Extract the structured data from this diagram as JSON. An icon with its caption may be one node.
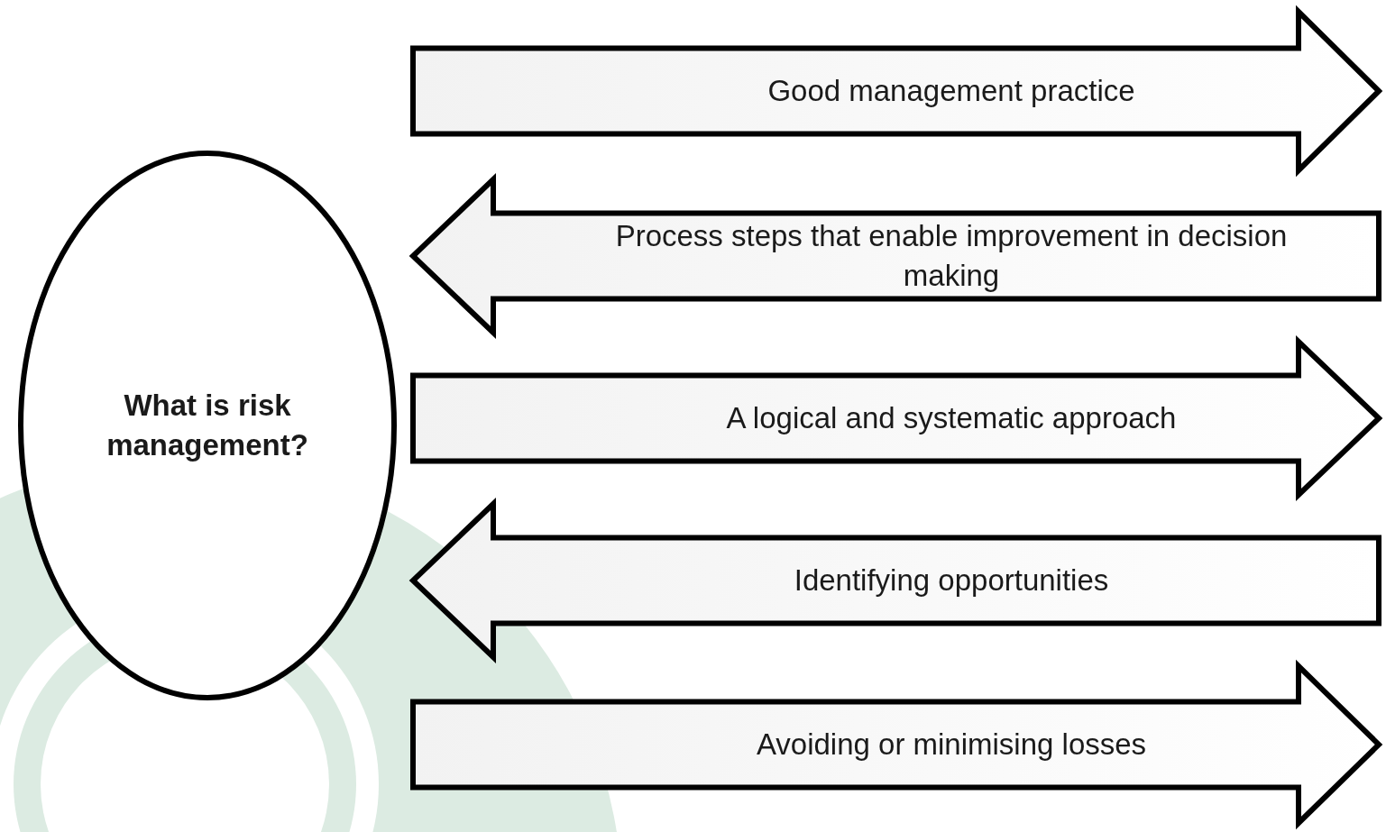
{
  "diagram": {
    "nodes": [
      {
        "text": [
          "What is risk management?"
        ]
      },
      {
        "text": [
          "Good management practice"
        ]
      },
      {
        "text": [
          "Process steps that enable improvement in decision making"
        ]
      },
      {
        "text": [
          "A logical and systematic approach"
        ]
      },
      {
        "text": [
          "Identifying opportunities"
        ]
      },
      {
        "text": [
          "Avoiding or minimising losses"
        ]
      }
    ],
    "edges": []
  }
}
